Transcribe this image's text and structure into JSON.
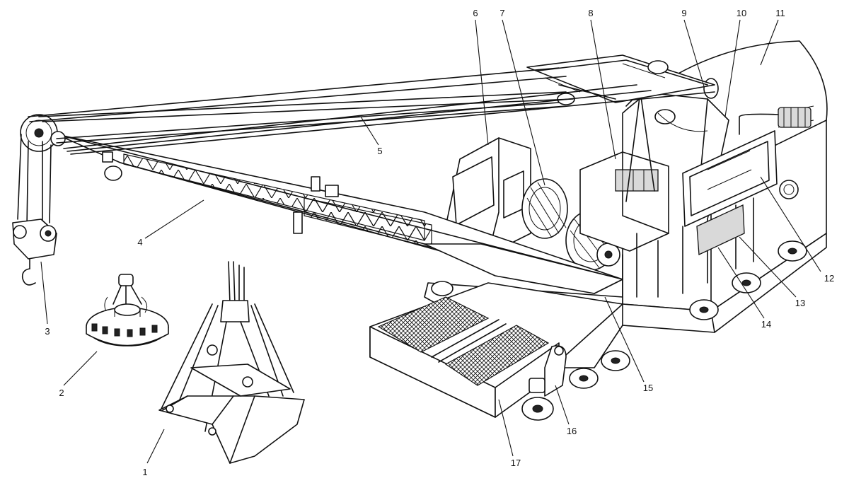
{
  "diagram": {
    "callouts": [
      {
        "label": "1"
      },
      {
        "label": "2"
      },
      {
        "label": "3"
      },
      {
        "label": "4"
      },
      {
        "label": "5"
      },
      {
        "label": "6"
      },
      {
        "label": "7"
      },
      {
        "label": "8"
      },
      {
        "label": "9"
      },
      {
        "label": "10"
      },
      {
        "label": "11"
      },
      {
        "label": "12"
      },
      {
        "label": "13"
      },
      {
        "label": "14"
      },
      {
        "label": "15"
      },
      {
        "label": "16"
      },
      {
        "label": "17"
      }
    ]
  }
}
